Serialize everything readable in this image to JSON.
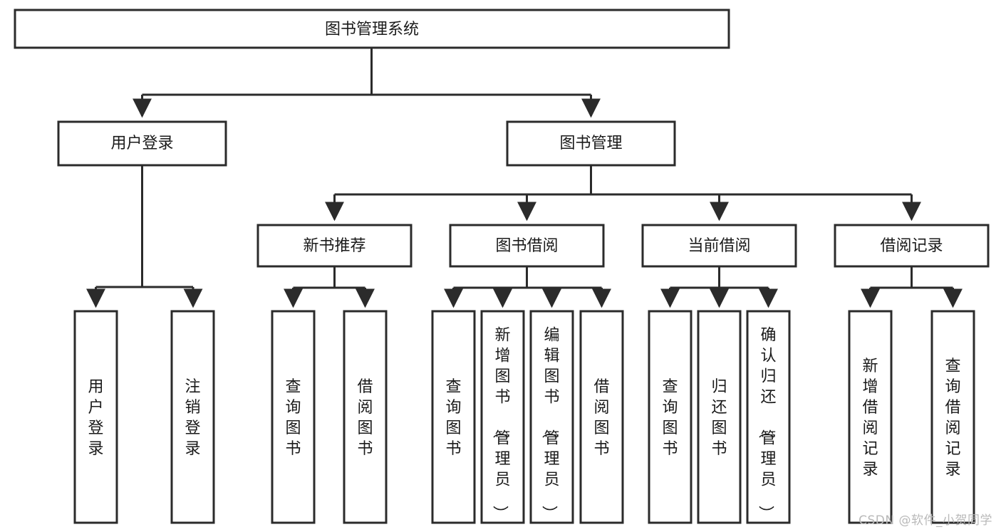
{
  "diagram": {
    "type": "tree-hierarchy",
    "title": "图书管理系统",
    "watermark": "CSDN @软件_小贺同学",
    "colors": {
      "stroke": "#2b2b2b",
      "fill": "#ffffff",
      "text": "#1a1a1a",
      "watermark": "#b9b9b9"
    },
    "levels": {
      "root": {
        "label": "图书管理系统"
      },
      "level2": [
        {
          "id": "user-login",
          "label": "用户登录"
        },
        {
          "id": "book-management",
          "label": "图书管理"
        }
      ],
      "level3": [
        {
          "id": "new-book-recommend",
          "label": "新书推荐",
          "parent": "book-management"
        },
        {
          "id": "book-borrow",
          "label": "图书借阅",
          "parent": "book-management"
        },
        {
          "id": "current-borrow",
          "label": "当前借阅",
          "parent": "book-management"
        },
        {
          "id": "borrow-record",
          "label": "借阅记录",
          "parent": "book-management"
        }
      ],
      "leaves": [
        {
          "id": "leaf-user-login",
          "label": "用户登录",
          "parent": "user-login"
        },
        {
          "id": "leaf-logout-login",
          "label": "注销登录",
          "parent": "user-login"
        },
        {
          "id": "leaf-query-book-1",
          "label": "查询图书",
          "parent": "new-book-recommend"
        },
        {
          "id": "leaf-borrow-book-1",
          "label": "借阅图书",
          "parent": "new-book-recommend"
        },
        {
          "id": "leaf-query-book-2",
          "label": "查询图书",
          "parent": "book-borrow"
        },
        {
          "id": "leaf-add-book",
          "label": "新增图书（管理员）",
          "parent": "book-borrow"
        },
        {
          "id": "leaf-edit-book",
          "label": "编辑图书（管理员）",
          "parent": "book-borrow"
        },
        {
          "id": "leaf-borrow-book-2",
          "label": "借阅图书",
          "parent": "book-borrow"
        },
        {
          "id": "leaf-query-book-3",
          "label": "查询图书",
          "parent": "current-borrow"
        },
        {
          "id": "leaf-return-book",
          "label": "归还图书",
          "parent": "current-borrow"
        },
        {
          "id": "leaf-confirm-return",
          "label": "确认归还（管理员）",
          "parent": "current-borrow"
        },
        {
          "id": "leaf-add-record",
          "label": "新增借阅记录",
          "parent": "borrow-record"
        },
        {
          "id": "leaf-query-record",
          "label": "查询借阅记录",
          "parent": "borrow-record"
        }
      ]
    }
  }
}
